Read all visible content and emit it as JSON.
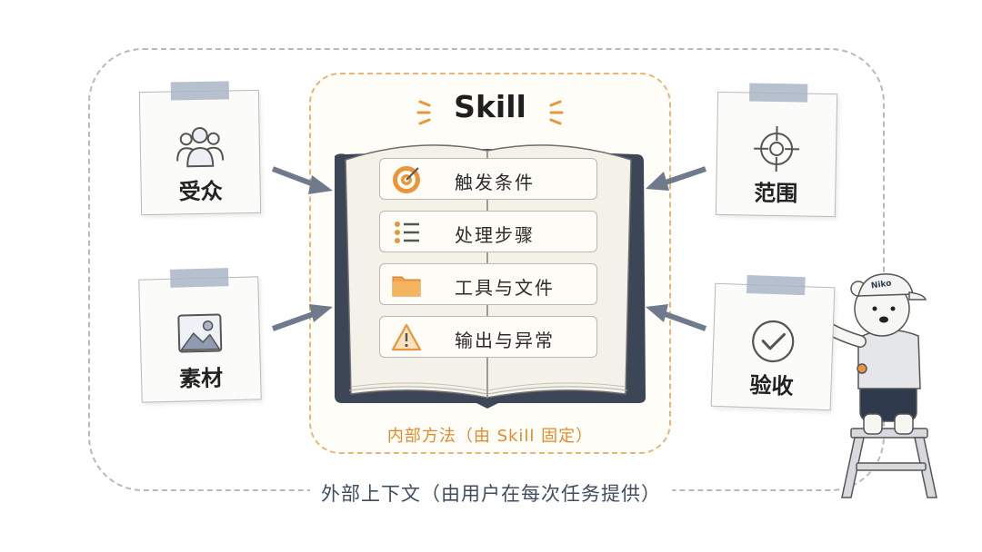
{
  "skill": {
    "title": "Skill",
    "inner_label": "内部方法（由 Skill 固定）",
    "chapters": [
      {
        "label": "触发条件",
        "icon": "target-icon"
      },
      {
        "label": "处理步骤",
        "icon": "list-icon"
      },
      {
        "label": "工具与文件",
        "icon": "folder-icon"
      },
      {
        "label": "输出与异常",
        "icon": "warning-icon"
      }
    ]
  },
  "context": {
    "outer_label": "外部上下文（由用户在每次任务提供）",
    "notes": [
      {
        "label": "受众",
        "icon": "people-icon"
      },
      {
        "label": "素材",
        "icon": "image-icon"
      },
      {
        "label": "范围",
        "icon": "crosshair-icon"
      },
      {
        "label": "验收",
        "icon": "check-circle-icon"
      }
    ]
  },
  "mascot": {
    "cap_text": "Niko"
  },
  "colors": {
    "accent_orange": "#e9963a",
    "arrow_gray": "#6f7b8c",
    "book_cover": "#3c4656",
    "tape_blue": "#aab5c6"
  }
}
